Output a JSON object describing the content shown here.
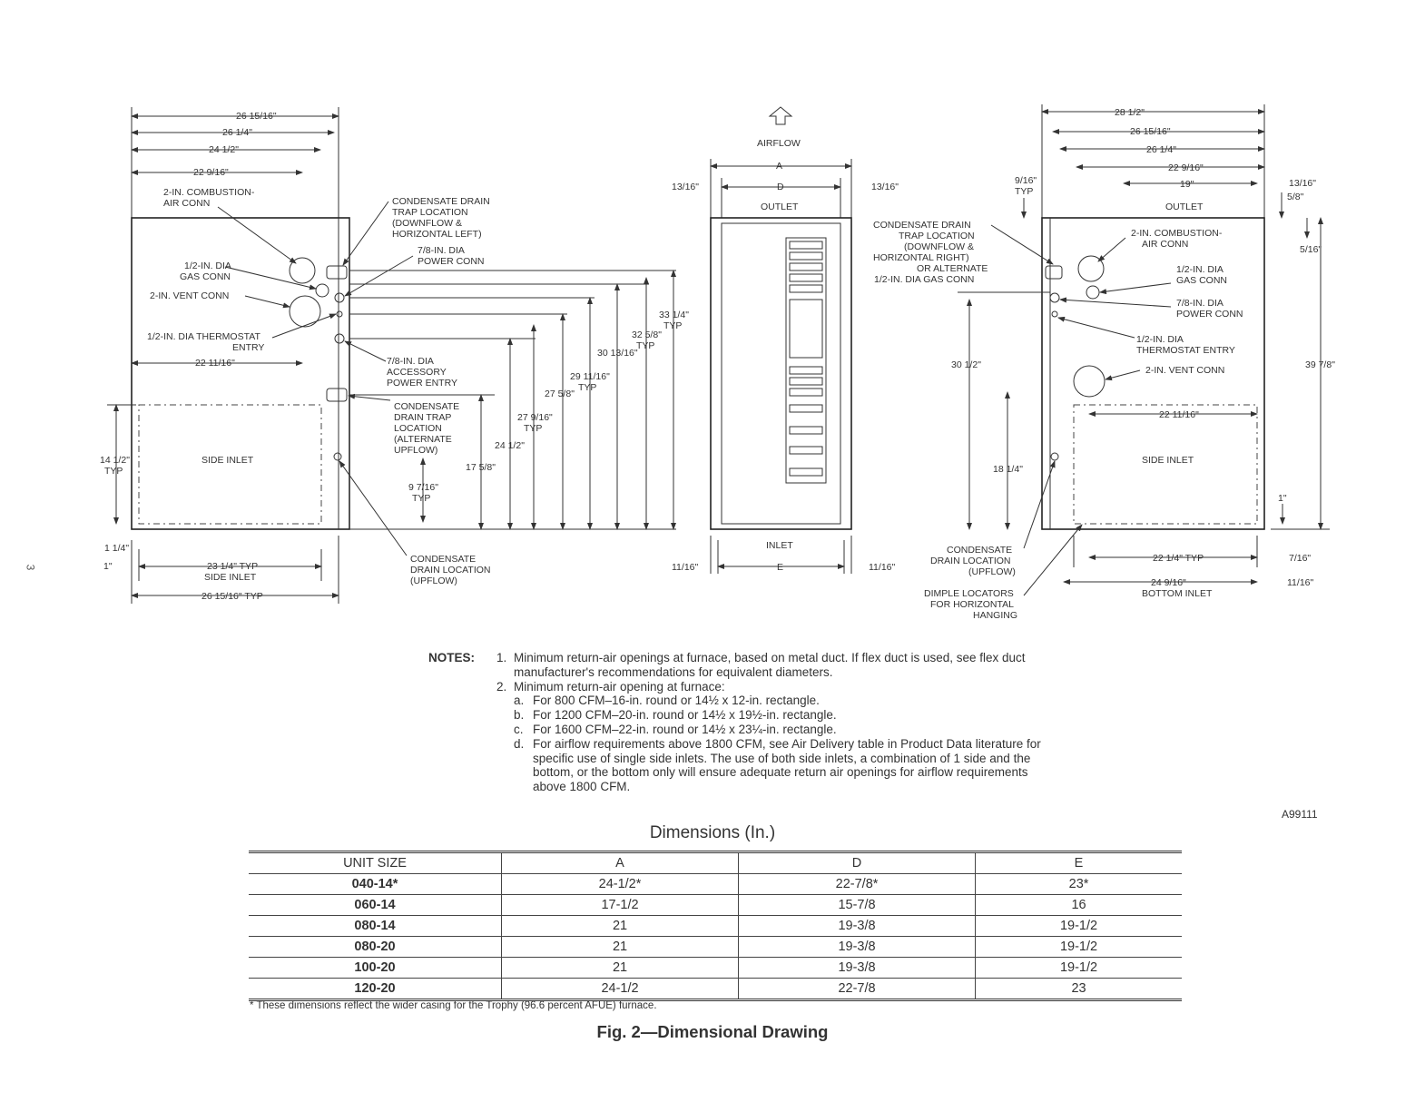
{
  "drawing": {
    "page_number": "3",
    "airflow": "AIRFLOW",
    "left": {
      "dims_top": [
        "26 15/16\"",
        "26 1/4\"",
        "24 1/2\"",
        "22 9/16\""
      ],
      "combustion_air": [
        "2-IN. COMBUSTION-",
        "AIR CONN"
      ],
      "gas_conn": [
        "1/2-IN. DIA",
        "GAS CONN"
      ],
      "vent_conn": "2-IN. VENT CONN",
      "thermostat": [
        "1/2-IN. DIA THERMOSTAT",
        "ENTRY"
      ],
      "dim_22_11": "22 11/16\"",
      "trap_top": [
        "CONDENSATE DRAIN",
        "TRAP LOCATION",
        "(DOWNFLOW &",
        "HORIZONTAL LEFT)"
      ],
      "power_conn": [
        "7/8-IN. DIA",
        "POWER CONN"
      ],
      "accessory": [
        "7/8-IN. DIA",
        "ACCESSORY",
        "POWER ENTRY"
      ],
      "trap_alt": [
        "CONDENSATE",
        "DRAIN TRAP",
        "LOCATION",
        "(ALTERNATE",
        "UPFLOW)"
      ],
      "drain_upflow": [
        "CONDENSATE",
        "DRAIN LOCATION",
        "(UPFLOW)"
      ],
      "side_inlet": "SIDE INLET",
      "height_14": [
        "14 1/2\"",
        "TYP"
      ],
      "dim_1_1_4": "1 1/4\"",
      "dim_1": "1\"",
      "side_inlet_width": [
        "23 1/4\" TYP",
        "SIDE INLET"
      ],
      "bottom_width": "26 15/16\" TYP",
      "heights": [
        "9 7/16\"",
        "TYP",
        "17 5/8\"",
        "24 1/2\"",
        "27 9/16\"",
        "TYP",
        "27 5/8\"",
        "29 11/16\"",
        "TYP",
        "30 13/16\"",
        "32 5/8\"",
        "TYP",
        "33 1/4\"",
        "TYP"
      ]
    },
    "front": {
      "dim_a": "A",
      "dim_d": "D",
      "dim_e": "E",
      "margin_top": "13/16\"",
      "margin_bottom": "11/16\"",
      "outlet": "OUTLET",
      "inlet": "INLET"
    },
    "right": {
      "dims_top": [
        "28 1/2\"",
        "26 15/16\"",
        "26 1/4\"",
        "22 9/16\"",
        "19\""
      ],
      "typ_9_16": [
        "9/16\"",
        "TYP"
      ],
      "outlet": "OUTLET",
      "margin_13": "13/16\"",
      "margin_5_8": "5/8\"",
      "margin_5_16": "5/16\"",
      "trap": [
        "CONDENSATE DRAIN",
        "TRAP LOCATION",
        "(DOWNFLOW &",
        "HORIZONTAL RIGHT)",
        "OR ALTERNATE",
        "1/2-IN. DIA GAS CONN"
      ],
      "combustion": [
        "2-IN. COMBUSTION-",
        "AIR CONN"
      ],
      "gas": [
        "1/2-IN. DIA",
        "GAS CONN"
      ],
      "power": [
        "7/8-IN. DIA",
        "POWER CONN"
      ],
      "thermostat": [
        "1/2-IN. DIA",
        "THERMOSTAT ENTRY"
      ],
      "vent": "2-IN. VENT CONN",
      "dim_30": "30 1/2\"",
      "dim_39": "39 7/8\"",
      "dim_22": "22 11/16\"",
      "dim_18": "18 1/4\"",
      "side_inlet": "SIDE INLET",
      "dim_1": "1\"",
      "drain_upflow": [
        "CONDENSATE",
        "DRAIN LOCATION",
        "(UPFLOW)"
      ],
      "dimple": [
        "DIMPLE LOCATORS",
        "FOR HORIZONTAL",
        "HANGING"
      ],
      "dim_22_typ": "22 1/4\" TYP",
      "dim_7_16": "7/16\"",
      "dim_24": "24 9/16\"",
      "bottom_inlet": "BOTTOM INLET",
      "dim_11_16": "11/16\""
    }
  },
  "notes": {
    "label": "NOTES:",
    "n1_num": "1.",
    "n1_text": "Minimum return-air openings at furnace, based on metal duct. If flex duct is used, see flex duct manufacturer's recommendations for equivalent diameters.",
    "n2_num": "2.",
    "n2_text": "Minimum return-air opening at furnace:",
    "a_let": "a.",
    "a_text": "For 800 CFM–16-in. round or 14½ x 12-in. rectangle.",
    "b_let": "b.",
    "b_text": "For 1200 CFM–20-in. round or 14½ x 19½-in. rectangle.",
    "c_let": "c.",
    "c_text": "For 1600 CFM–22-in. round or 14½ x 23¼-in. rectangle.",
    "d_let": "d.",
    "d_text": "For airflow requirements above 1800 CFM, see Air Delivery table in Product Data literature for specific use of single side inlets. The use of both side inlets, a combination of 1 side and the bottom, or the bottom only will ensure adequate return air openings for airflow requirements above 1800 CFM."
  },
  "figure_code": "A99111",
  "dimensions_title": "Dimensions (In.)",
  "table": {
    "headers": [
      "UNIT SIZE",
      "A",
      "D",
      "E"
    ],
    "rows": [
      [
        "040-14*",
        "24-1/2*",
        "22-7/8*",
        "23*"
      ],
      [
        "060-14",
        "17-1/2",
        "15-7/8",
        "16"
      ],
      [
        "080-14",
        "21",
        "19-3/8",
        "19-1/2"
      ],
      [
        "080-20",
        "21",
        "19-3/8",
        "19-1/2"
      ],
      [
        "100-20",
        "21",
        "19-3/8",
        "19-1/2"
      ],
      [
        "120-20",
        "24-1/2",
        "22-7/8",
        "23"
      ]
    ]
  },
  "footnote": "* These dimensions reflect the wider casing for the Trophy (96.6 percent AFUE) furnace.",
  "caption": "Fig. 2—Dimensional Drawing"
}
